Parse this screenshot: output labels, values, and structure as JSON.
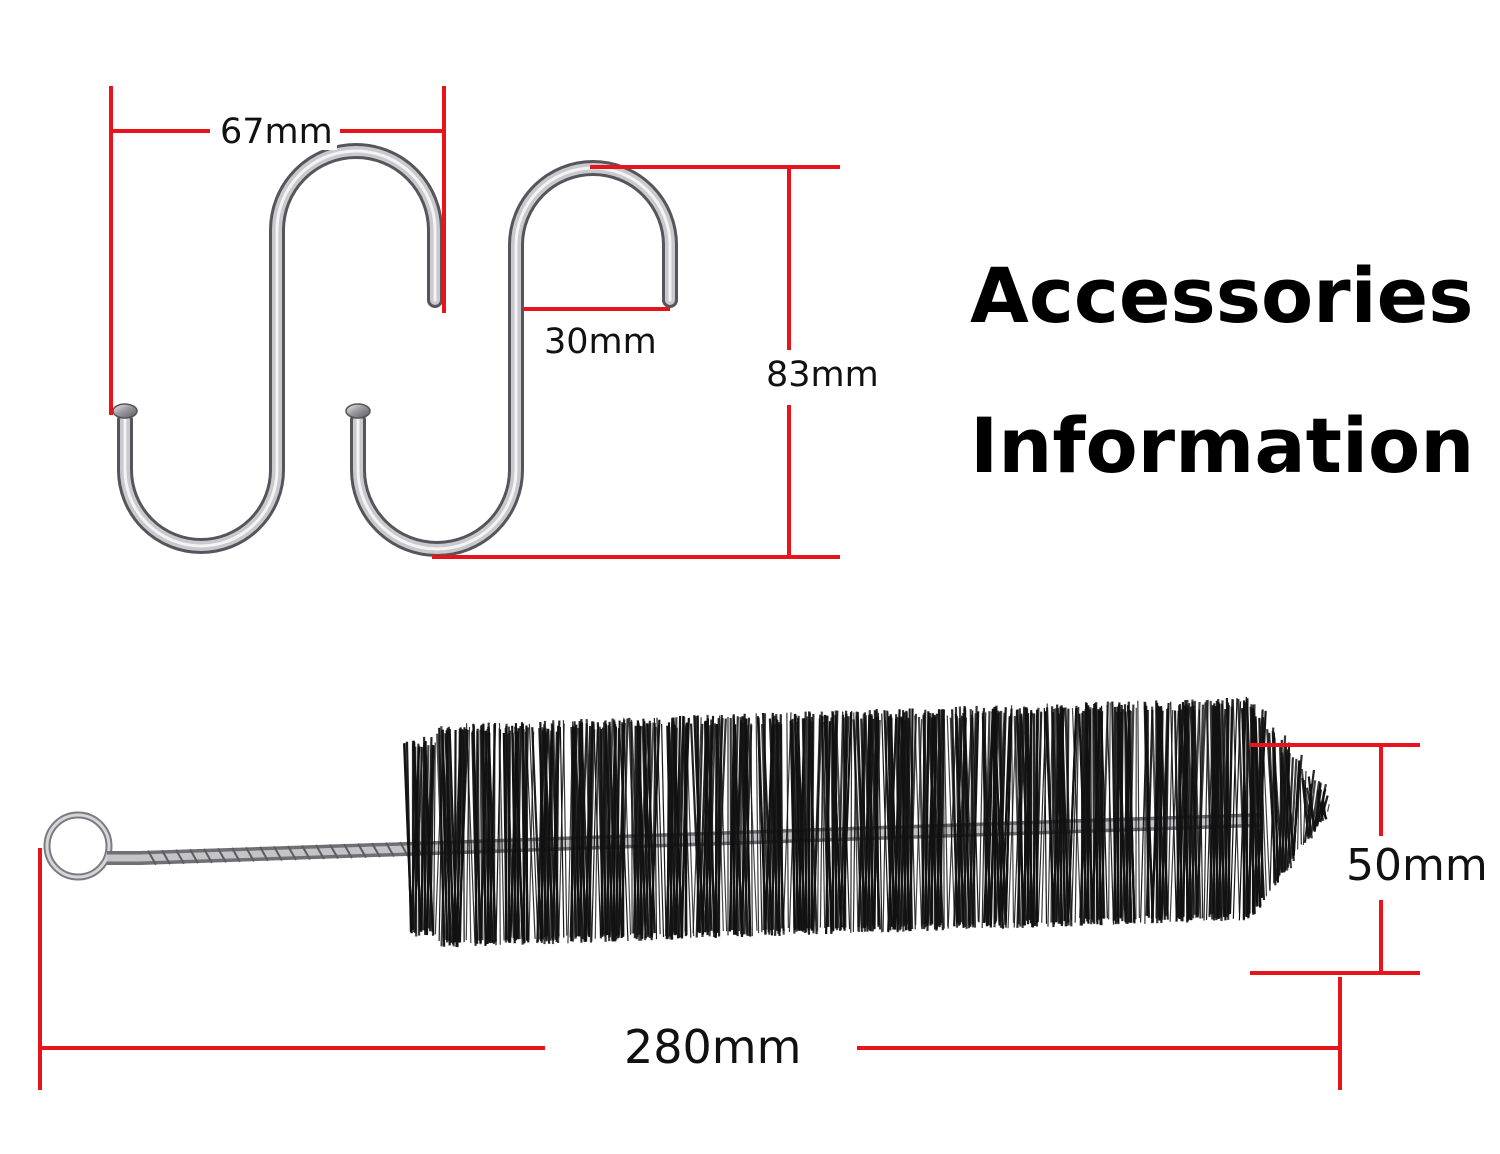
{
  "title": {
    "line1": "Accessories",
    "line2": "Information"
  },
  "hook": {
    "width_label": "67mm",
    "opening_label": "30mm",
    "height_label": "83mm"
  },
  "brush": {
    "diameter_label": "50mm",
    "length_label": "280mm"
  },
  "colors": {
    "dimension_line": "#e8141c",
    "steel": "#b8b8bc",
    "bristle": "#111111",
    "text": "#111111"
  }
}
